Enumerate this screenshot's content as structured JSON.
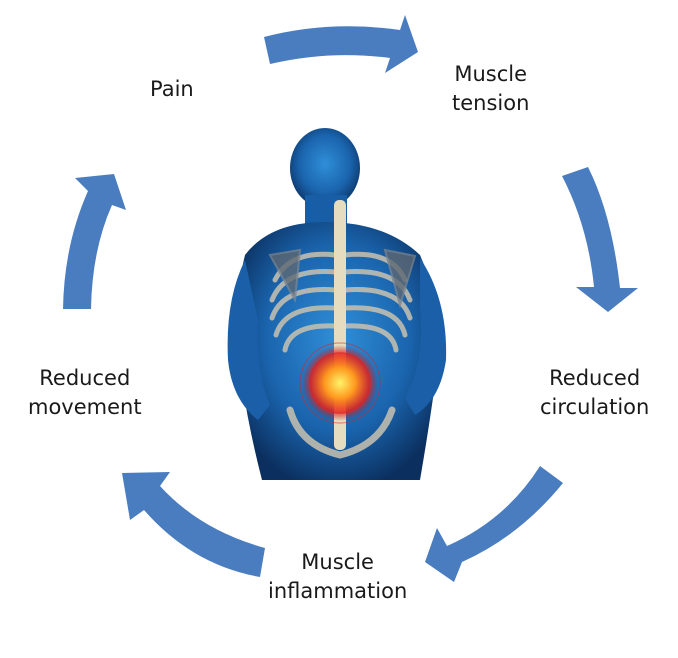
{
  "diagram": {
    "type": "cycle",
    "arrow_color": "#4a7dbf",
    "nodes": [
      {
        "id": "pain",
        "lines": [
          "Pain"
        ]
      },
      {
        "id": "muscle-tension",
        "lines": [
          "Muscle",
          "tension"
        ]
      },
      {
        "id": "reduced-circulation",
        "lines": [
          "Reduced",
          "circulation"
        ]
      },
      {
        "id": "muscle-inflammation",
        "lines": [
          "Muscle",
          "inflammation"
        ]
      },
      {
        "id": "reduced-movement",
        "lines": [
          "Reduced",
          "movement"
        ]
      }
    ],
    "edges": [
      {
        "from": "pain",
        "to": "muscle-tension"
      },
      {
        "from": "muscle-tension",
        "to": "reduced-circulation"
      },
      {
        "from": "reduced-circulation",
        "to": "muscle-inflammation"
      },
      {
        "from": "muscle-inflammation",
        "to": "reduced-movement"
      },
      {
        "from": "reduced-movement",
        "to": "pain"
      }
    ],
    "center_image": {
      "subject": "back-pain-illustration",
      "body_color": "#1d6fb8",
      "highlight_color": "#ff5a1f"
    }
  }
}
